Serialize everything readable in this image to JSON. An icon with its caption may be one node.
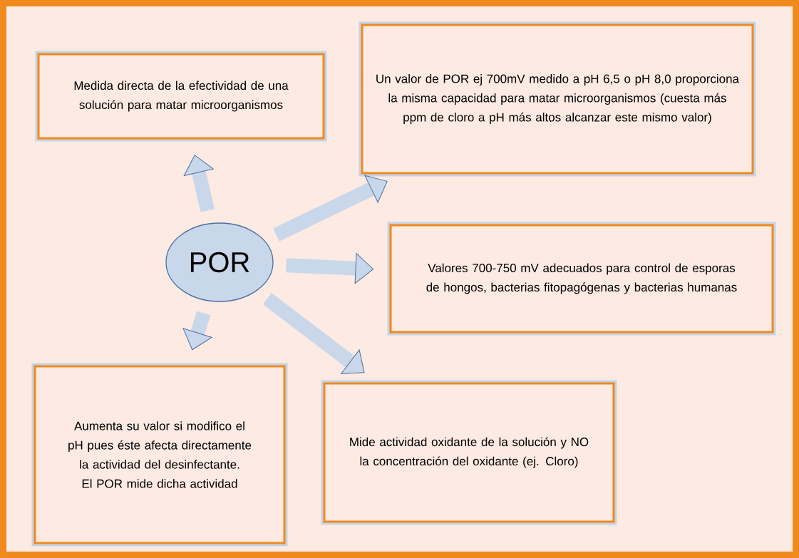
{
  "diagram": {
    "nodes": [
      {
        "text": [
          "POR"
        ]
      },
      {
        "text": [
          "Medida directa de la efectividad de una solución para matar microorganismos"
        ]
      },
      {
        "text": [
          "Un valor de POR ej 700mV medido a pH 6,5 o pH 8,0 proporciona la misma capacidad para matar microorganismos (cuesta más ppm de cloro a pH más altos alcanzar este mismo valor)"
        ]
      },
      {
        "text": [
          "Valores 700-750 mV adecuados para control de esporas de hongos, bacterias fitopagógenas y bacterias humanas"
        ]
      },
      {
        "text": [
          "Aumenta su valor si modifico el pH pues éste afecta directamente la actividad del desinfectante. El POR mide dicha actividad"
        ]
      },
      {
        "text": [
          "Mide actividad oxidante de la solución y NO la concentración del oxidante (ej. Cloro)"
        ]
      }
    ],
    "edges": [
      {
        "from": 0,
        "to": 1,
        "arrow": "to"
      },
      {
        "from": 0,
        "to": 2,
        "arrow": "to"
      },
      {
        "from": 0,
        "to": 3,
        "arrow": "to"
      },
      {
        "from": 0,
        "to": 4,
        "arrow": "to"
      },
      {
        "from": 0,
        "to": 5,
        "arrow": "to"
      }
    ]
  }
}
